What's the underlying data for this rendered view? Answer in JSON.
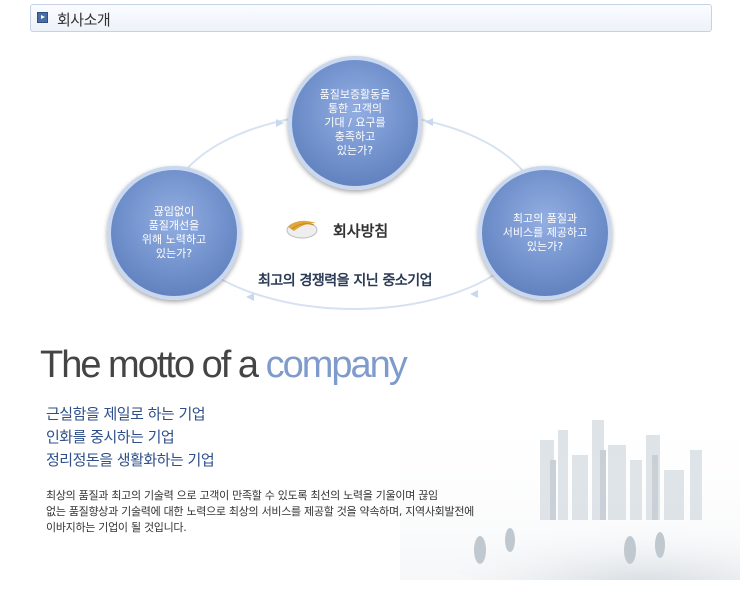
{
  "header": {
    "title": "회사소개"
  },
  "diagram": {
    "top_circle": "품질보증활동을\n통한 고객의\n기대 / 요구를\n충족하고\n있는가?",
    "left_circle": "끊임없이\n품질개선을\n위해 노력하고\n있는가?",
    "right_circle": "최고의 품질과\n서비스를 제공하고\n있는가?",
    "center_title": "회사방침",
    "slogan": "최고의 경쟁력을 지닌 중소기업"
  },
  "motto": {
    "prefix": "The motto of a ",
    "accent": "company"
  },
  "values": [
    "근실함을 제일로 하는 기업",
    "인화를 중시하는 기업",
    "정리정돈을 생활화하는 기업"
  ],
  "description": [
    "최상의 품질과 최고의 기술력 으로 고객이 만족할 수 있도록 최선의 노력을 기울이며 끊임",
    "없는 품질향상과 기술력에 대한 노력으로 최상의 서비스를 제공할 것을 약속하며, 지역사회발전에",
    "이바지하는 기업이 될 것입니다."
  ]
}
